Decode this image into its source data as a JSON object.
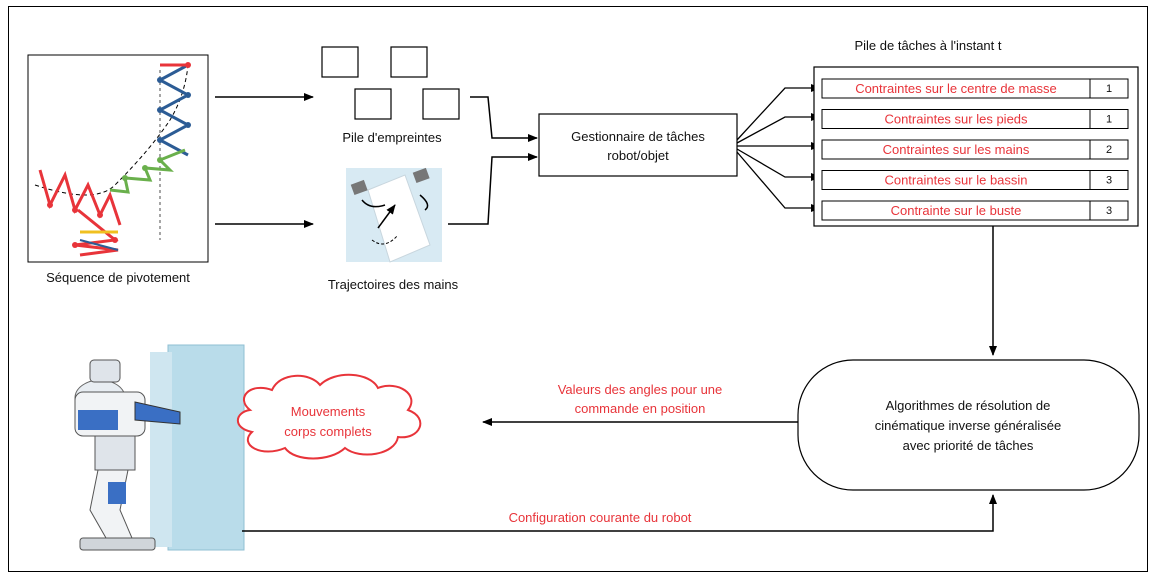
{
  "labels": {
    "pivot_sequence": "Séquence de pivotement",
    "footprint_stack": "Pile d'empreintes",
    "hand_trajectories": "Trajectoires des mains",
    "task_manager_line1": "Gestionnaire de tâches",
    "task_manager_line2": "robot/objet",
    "task_stack_title": "Pile de tâches à l'instant t",
    "solver_line1": "Algorithmes de résolution de",
    "solver_line2": "cinématique inverse généralisée",
    "solver_line3": "avec priorité de tâches",
    "angles_line1": "Valeurs des angles pour une",
    "angles_line2": "commande en position",
    "cloud_line1": "Mouvements",
    "cloud_line2": "corps complets",
    "current_config": "Configuration courante du robot"
  },
  "tasks": [
    {
      "name": "Contraintes sur le centre de masse",
      "priority": "1"
    },
    {
      "name": "Contraintes sur les pieds",
      "priority": "1"
    },
    {
      "name": "Contraintes sur les mains",
      "priority": "2"
    },
    {
      "name": "Contraintes sur le bassin",
      "priority": "3"
    },
    {
      "name": "Contrainte sur le buste",
      "priority": "3"
    }
  ],
  "colors": {
    "accent_text": "#e8343a",
    "stroke": "#000000",
    "robot_blue": "#3a6fc4",
    "box_light_blue": "#b9dcea"
  }
}
